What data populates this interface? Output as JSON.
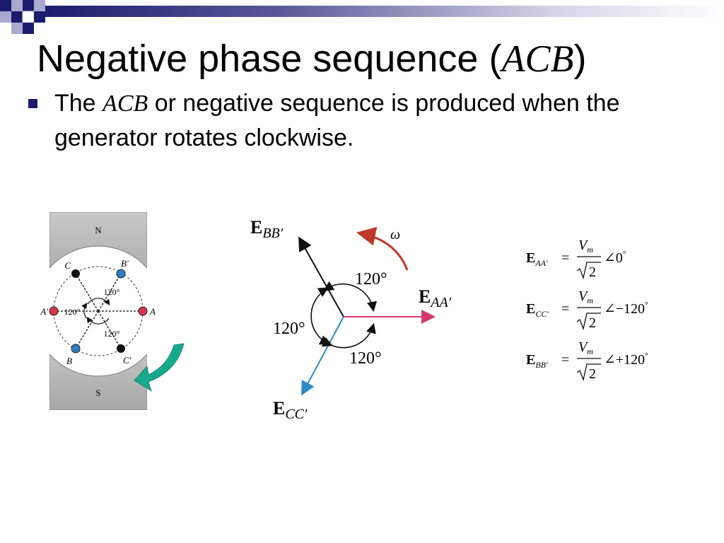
{
  "slide": {
    "title_text": "Negative phase sequence (",
    "title_math": "ACB",
    "title_close": ")",
    "bullet": {
      "part1": "The ",
      "math": "ACB",
      "part2": " or negative sequence is produced when the generator rotates clockwise."
    }
  },
  "generator": {
    "pole_north": "N",
    "pole_south": "S",
    "coil_labels": {
      "a": "A",
      "a_prime": "A′",
      "b": "B",
      "b_prime": "B′",
      "c": "C",
      "c_prime": "C′"
    },
    "angle_labels": [
      "120°",
      "120°",
      "120°"
    ],
    "colors": {
      "red_coil": "#d63447",
      "blue_coil": "#2e7fc4",
      "black_coil": "#111111",
      "pole": "#b8b8b8",
      "arrow": "#17a98d"
    }
  },
  "phasor": {
    "e_bb": {
      "main": "E",
      "sub": "BB′"
    },
    "e_aa": {
      "main": "E",
      "sub": "AA′"
    },
    "e_cc": {
      "main": "E",
      "sub": "CC′"
    },
    "omega": "ω",
    "angle_top": "120°",
    "angle_left": "120°",
    "angle_bottom": "120°",
    "colors": {
      "aa": "#d63a6a",
      "cc": "#2a8bc7",
      "bb": "#111111",
      "omega_arrow": "#c0392b"
    }
  },
  "equations": [
    {
      "e": "E",
      "sub": "AA′",
      "eq": "=",
      "num_v": "V",
      "num_sub": "m",
      "den": "2",
      "angle": "∠0",
      "deg": "°"
    },
    {
      "e": "E",
      "sub": "CC′",
      "eq": "=",
      "num_v": "V",
      "num_sub": "m",
      "den": "2",
      "angle": "∠−120",
      "deg": "°"
    },
    {
      "e": "E",
      "sub": "BB′",
      "eq": "=",
      "num_v": "V",
      "num_sub": "m",
      "den": "2",
      "angle": "∠+120",
      "deg": "°"
    }
  ]
}
